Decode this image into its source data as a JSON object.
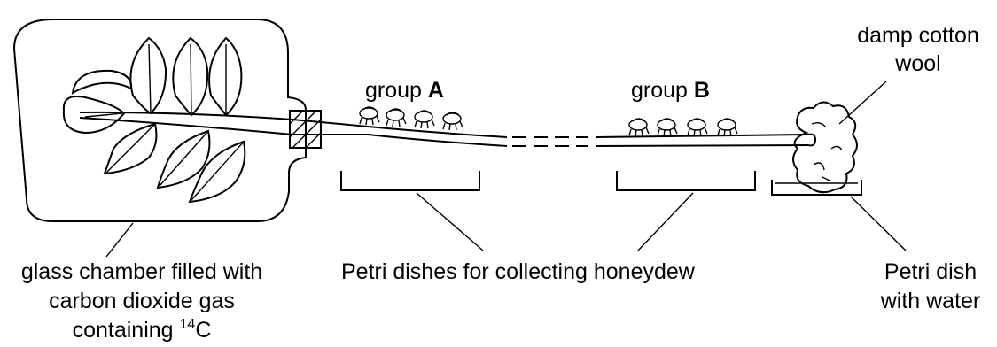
{
  "labels": {
    "group_a_prefix": "group ",
    "group_a_letter": "A",
    "group_b_prefix": "group ",
    "group_b_letter": "B",
    "damp_line1": "damp cotton",
    "damp_line2": "wool",
    "chamber_line1": "glass chamber filled with",
    "chamber_line2": "carbon dioxide gas",
    "chamber_line3_prefix": "containing ",
    "chamber_line3_sup": "14",
    "chamber_line3_suffix": "C",
    "petri_collect": "Petri dishes for collecting honeydew",
    "petri_water_line1": "Petri dish",
    "petri_water_line2": "with water"
  }
}
